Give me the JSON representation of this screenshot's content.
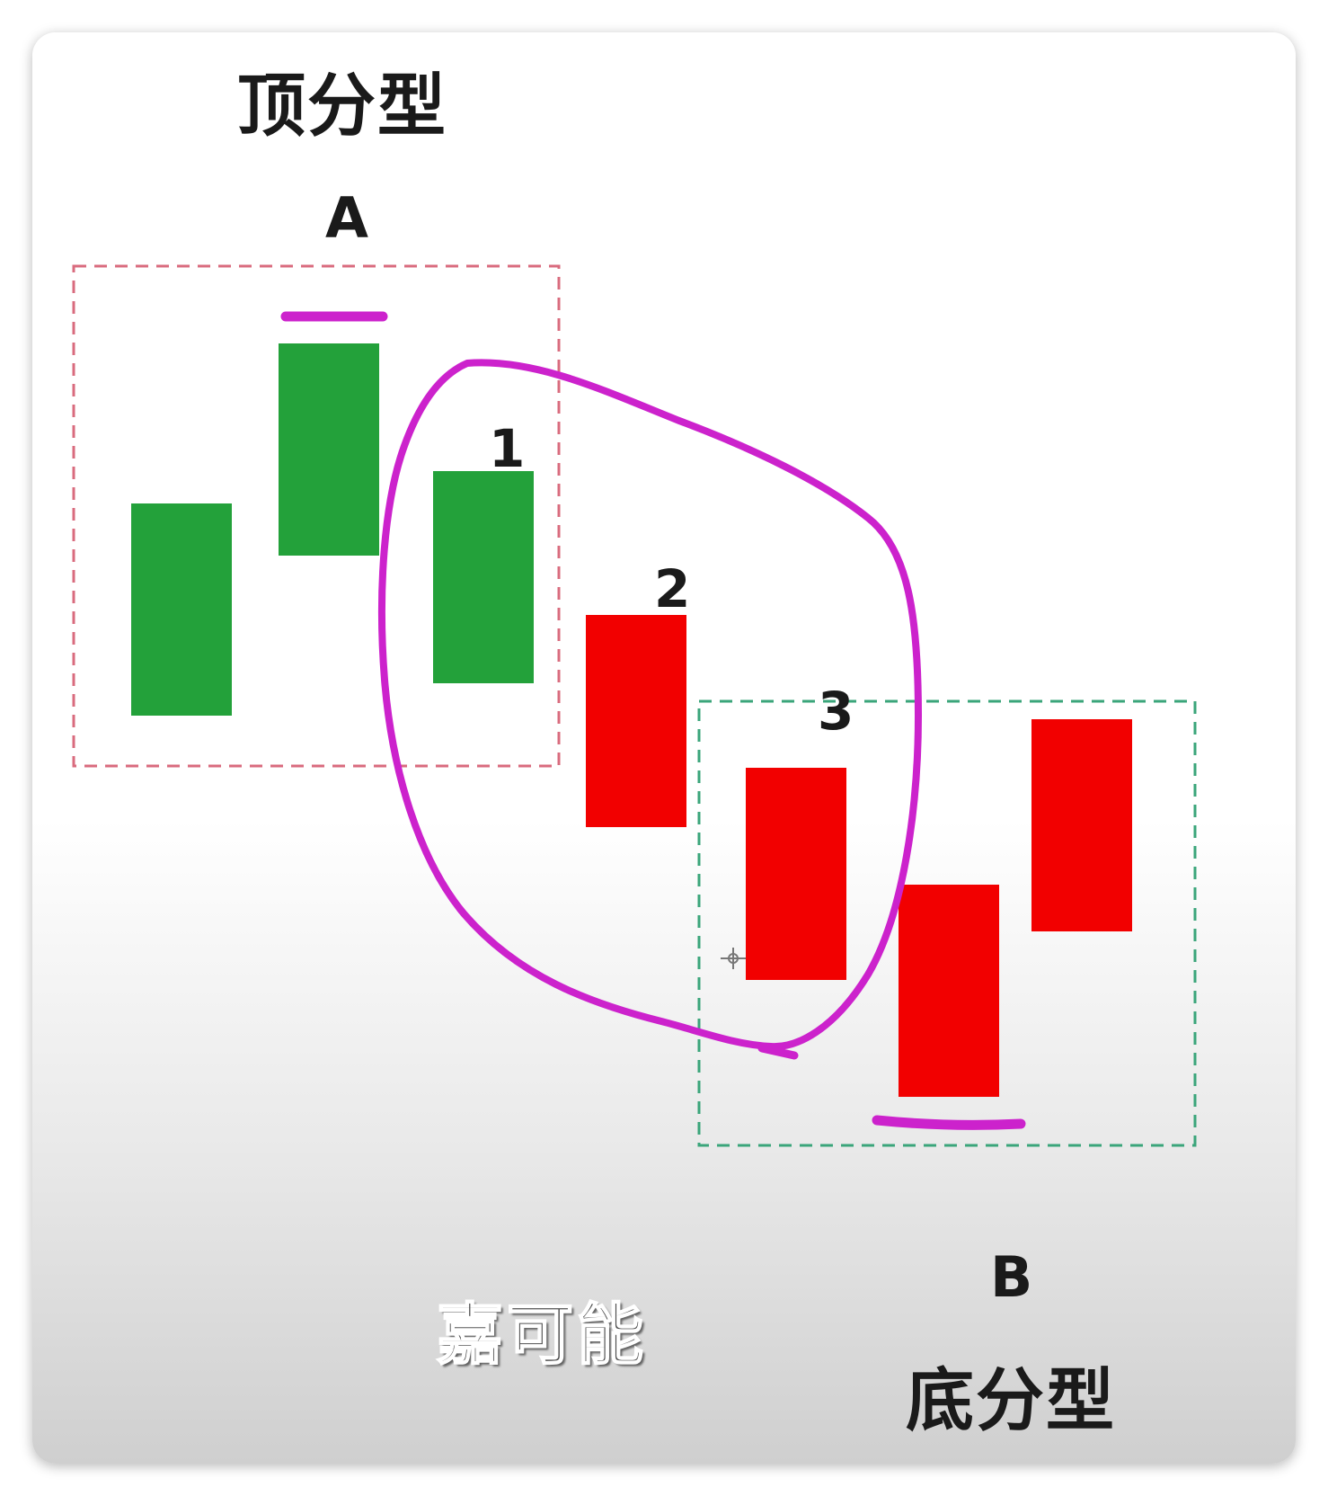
{
  "diagram": {
    "top_fractal_title": "顶分型",
    "bottom_fractal_title": "底分型",
    "point_a_label": "A",
    "point_b_label": "B",
    "sequence_labels": [
      "1",
      "2",
      "3"
    ],
    "watermark": "嘉可能"
  },
  "colors": {
    "bullish_candle": "#23a13a",
    "bearish_candle": "#f20000",
    "top_box_border": "#d96b7e",
    "bottom_box_border": "#3aa57a",
    "highlight_marker": "#cc22cc"
  },
  "candles": [
    {
      "id": "top-left",
      "color": "green"
    },
    {
      "id": "top-peak",
      "color": "green"
    },
    {
      "id": "candle-1",
      "color": "green"
    },
    {
      "id": "candle-2",
      "color": "red"
    },
    {
      "id": "candle-3",
      "color": "red"
    },
    {
      "id": "bottom-trough",
      "color": "red"
    },
    {
      "id": "bottom-right",
      "color": "red"
    }
  ],
  "icons": {
    "top_marker": "underline-marker-icon",
    "bottom_marker": "underline-marker-icon",
    "circle": "hand-drawn-circle-icon",
    "cursor": "crosshair-cursor-icon"
  }
}
